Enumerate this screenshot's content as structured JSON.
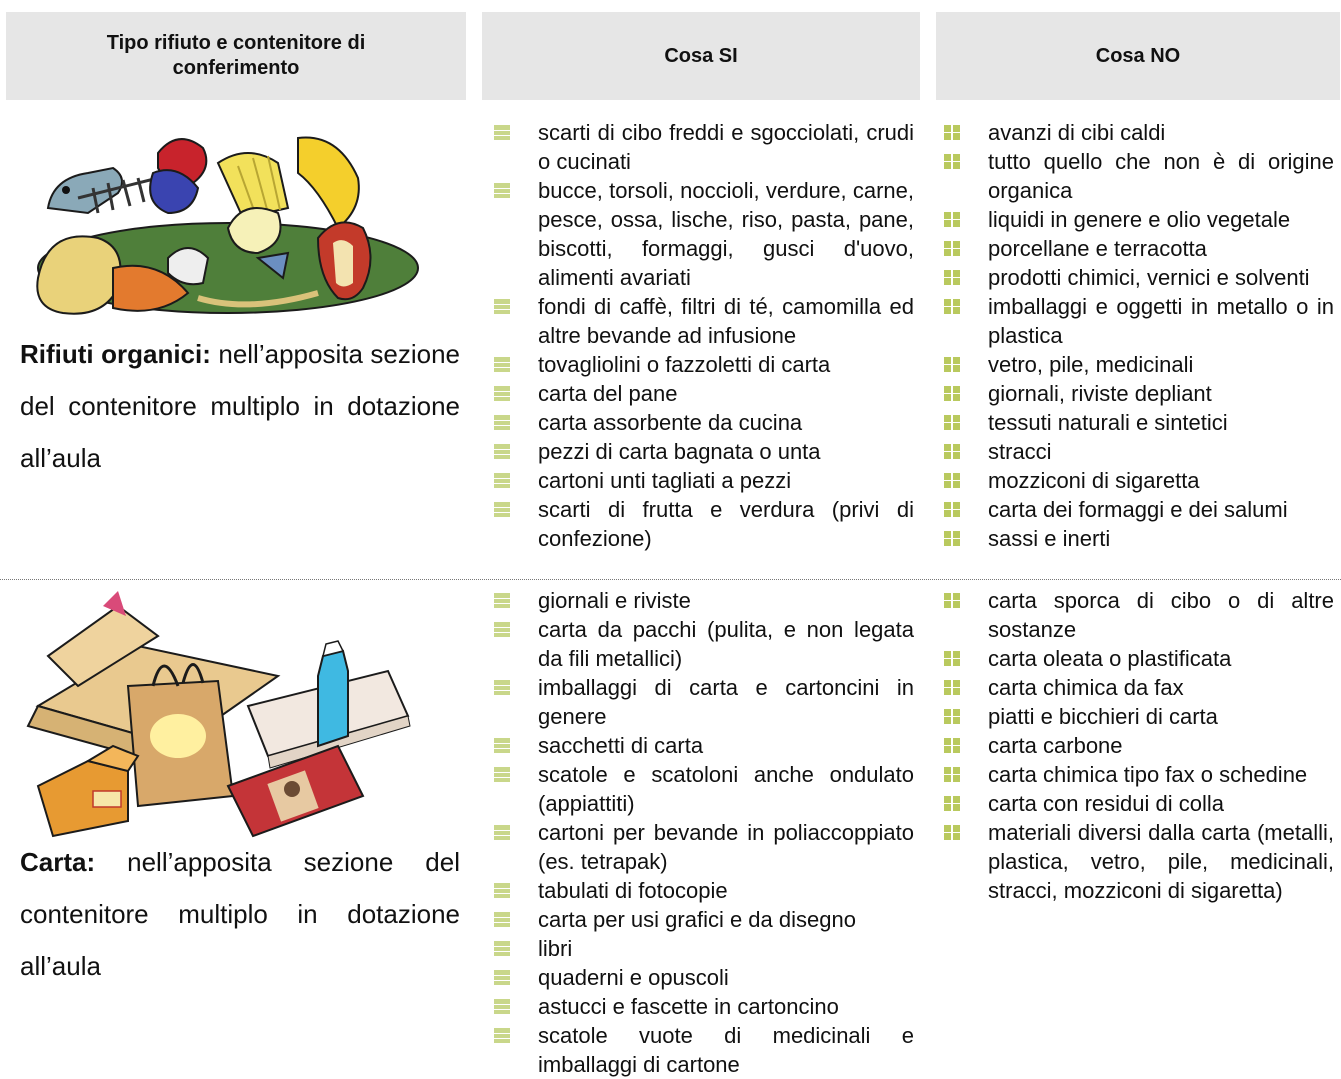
{
  "headers": {
    "type": "Tipo rifiuto e contenitore di conferimento",
    "yes": "Cosa SI",
    "no": "Cosa NO"
  },
  "organic": {
    "title": "Rifiuti organici:",
    "description": " nell’apposita sezione del contenitore multiplo in dotazione all’aula",
    "illustration": "organic-waste-icon",
    "yes": [
      "scarti di cibo freddi e sgocciolati, crudi o cucinati",
      "bucce, torsoli, noccioli, verdure, carne, pesce, ossa, lische, riso, pasta, pane, biscotti, formaggi, gusci d'uovo, alimenti avariati",
      "fondi di caffè, filtri di té, camomilla ed altre bevande ad infusione",
      "tovagliolini o fazzoletti di carta",
      "carta del pane",
      "carta assorbente da cucina",
      "pezzi di carta bagnata o unta",
      "cartoni unti tagliati a pezzi",
      "scarti di frutta e verdura (privi di confezione)"
    ],
    "no": [
      "avanzi di cibi caldi",
      "tutto quello che non è di origine organica",
      "liquidi in genere e olio vegetale",
      "porcellane e terracotta",
      "prodotti chimici, vernici e solventi",
      "imballaggi e oggetti in metallo o in plastica",
      "vetro, pile, medicinali",
      "giornali, riviste depliant",
      "tessuti naturali e sintetici",
      "stracci",
      "mozziconi di sigaretta",
      "carta dei formaggi e dei salumi",
      "sassi e inerti"
    ]
  },
  "paper": {
    "title": "Carta:",
    "description": " nell’apposita sezione del contenitore multiplo in dotazione all’aula",
    "illustration": "paper-waste-icon",
    "yes": [
      "giornali e riviste",
      "carta da pacchi (pulita, e non legata da fili metallici)",
      "imballaggi di carta e cartoncini in genere",
      "sacchetti di carta",
      "scatole e scatoloni anche ondulato (appiattiti)",
      "cartoni per bevande in poliaccoppiato (es. tetrapak)",
      "tabulati di fotocopie",
      "carta per usi grafici e da disegno",
      "libri",
      "quaderni e opuscoli",
      "astucci e fascette in cartoncino",
      "scatole vuote di medicinali e imballaggi di cartone"
    ],
    "no": [
      "carta sporca di cibo o di altre sostanze",
      "carta oleata o plastificata",
      "carta chimica da fax",
      "piatti e bicchieri di carta",
      "carta carbone",
      "carta chimica tipo fax o schedine",
      "carta con residui di colla",
      "materiali diversi dalla carta (metalli, plastica, vetro, pile, medicinali, stracci, mozziconi di sigaretta)"
    ]
  }
}
